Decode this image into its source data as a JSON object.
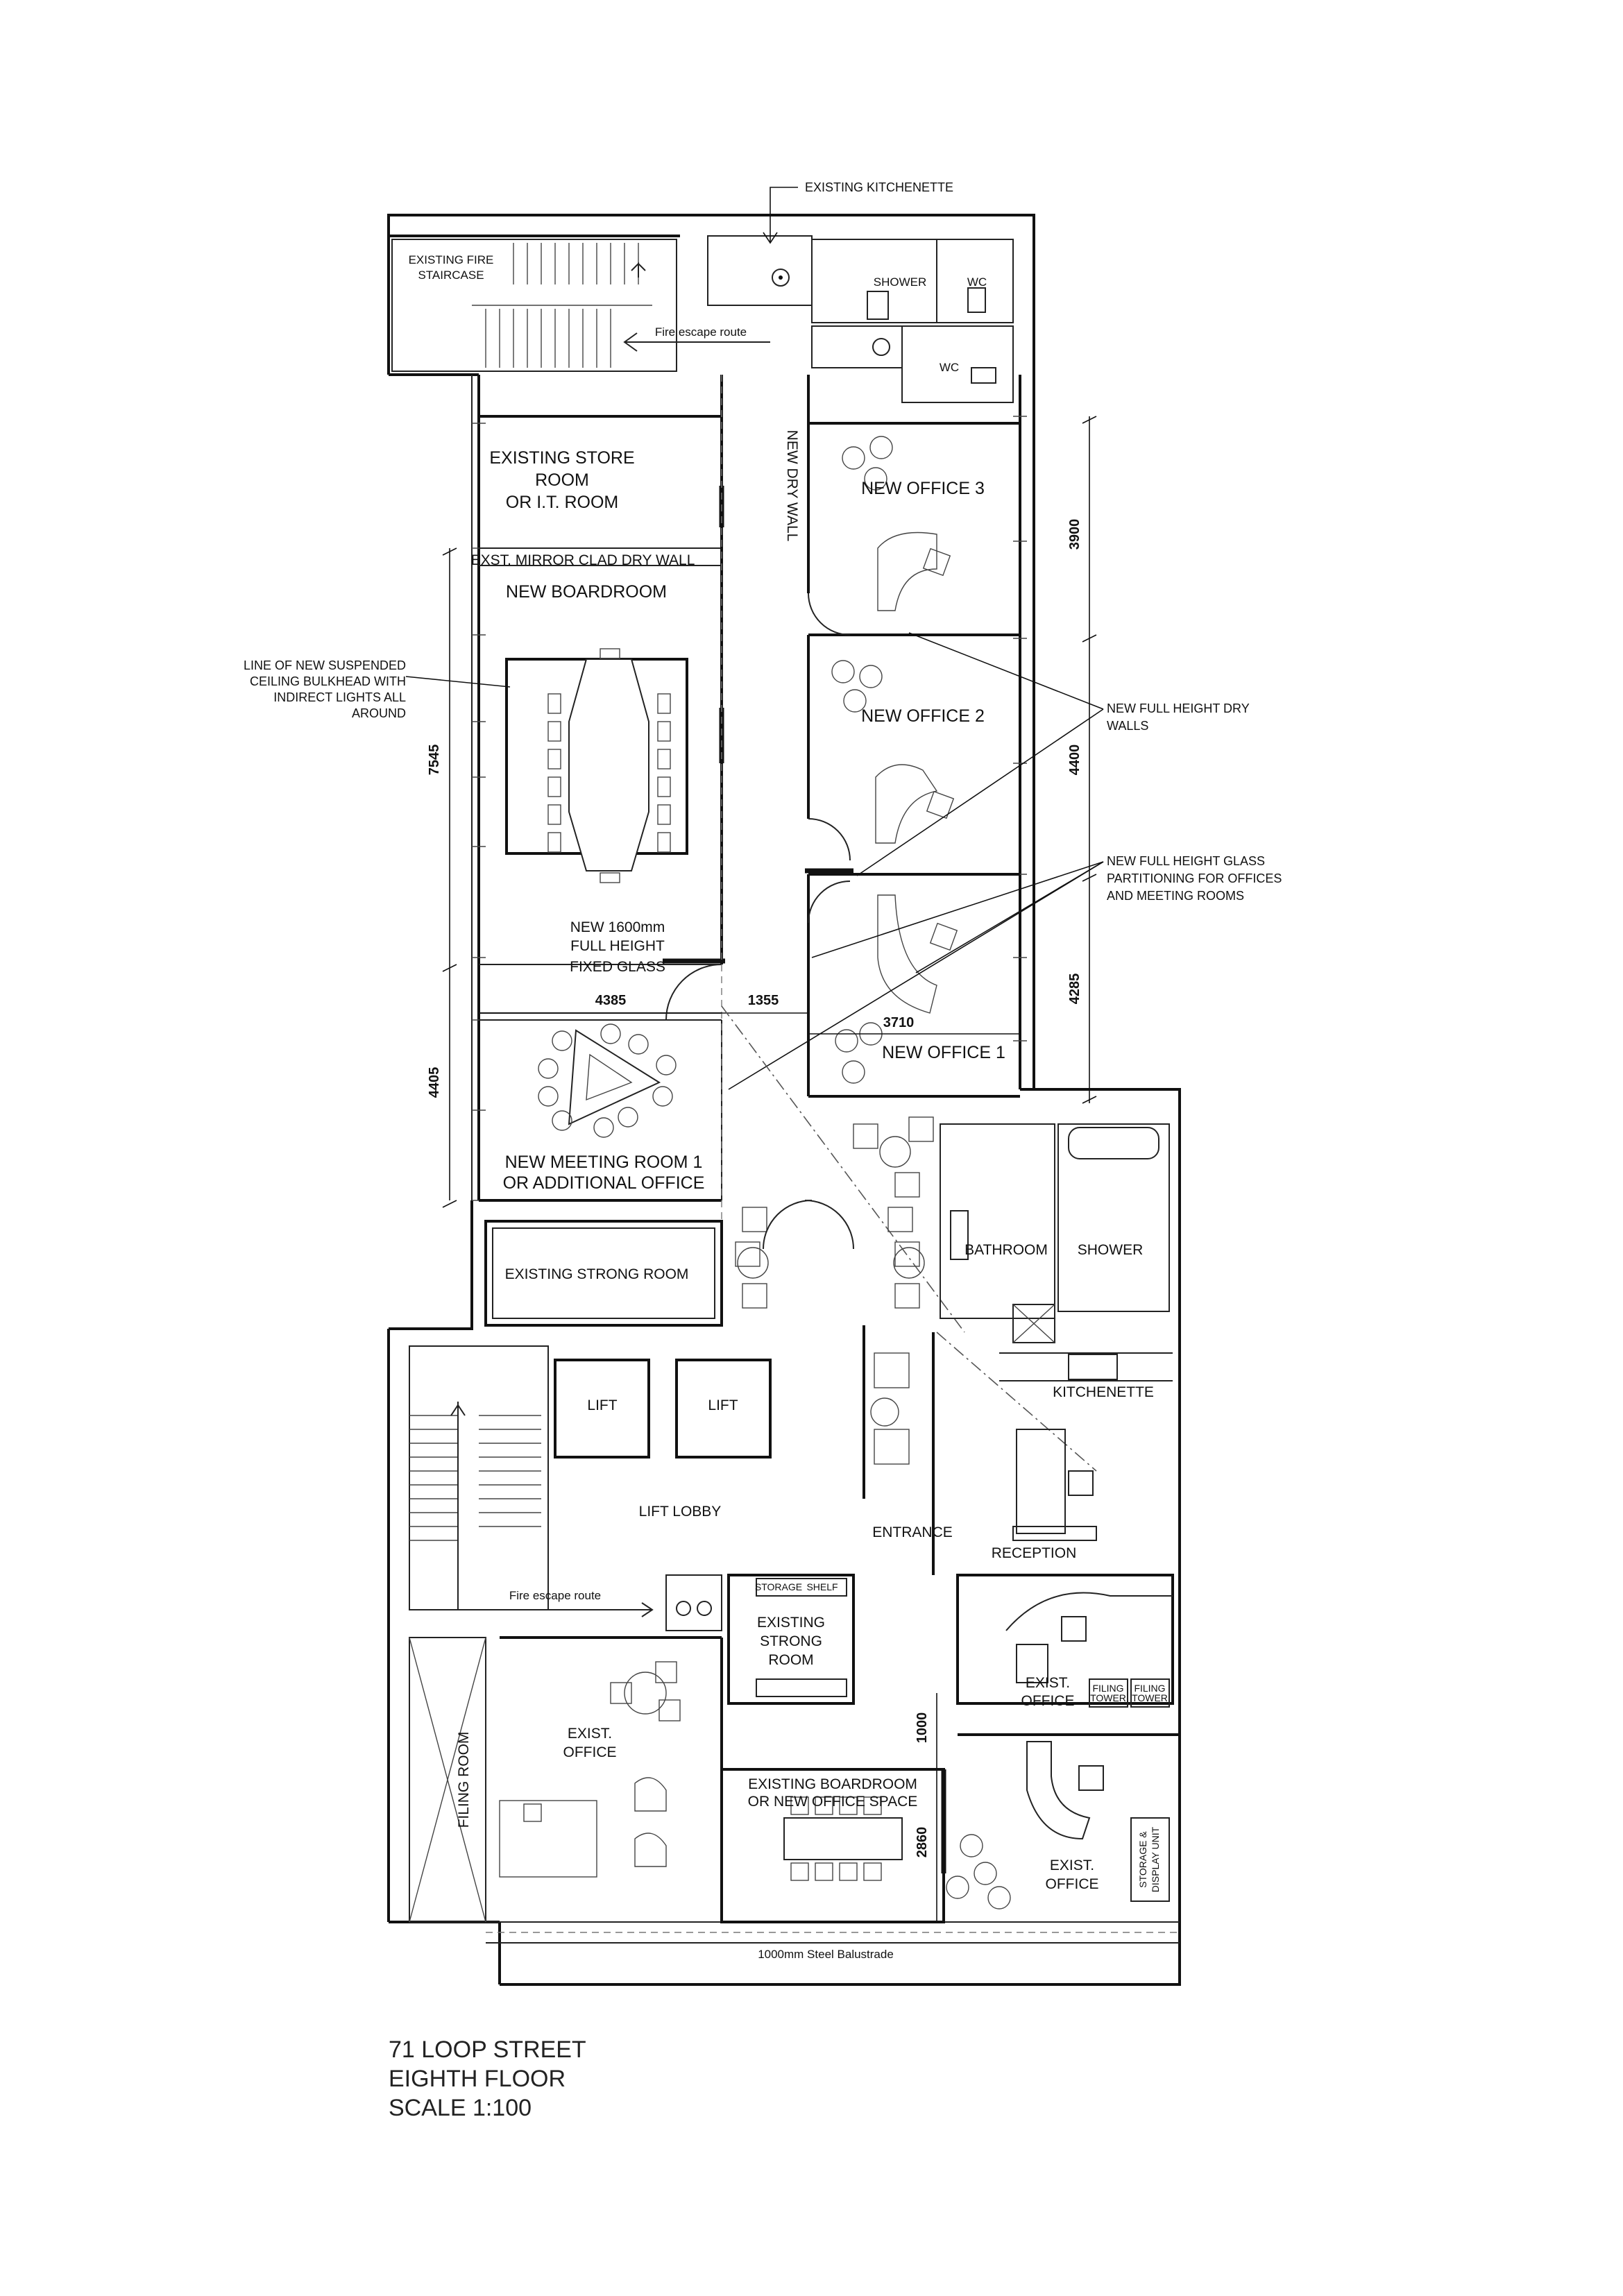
{
  "title_block": {
    "line1": "71 LOOP STREET",
    "line2": "EIGHTH FLOOR",
    "line3": "SCALE 1:100"
  },
  "rooms": {
    "fire_staircase": "EXISTING FIRE",
    "fire_staircase_2": "STAIRCASE",
    "shower_top": "SHOWER",
    "wc_1": "WC",
    "wc_2": "WC",
    "store_room_1": "EXISTING STORE",
    "store_room_2": "ROOM",
    "store_room_3": "OR I.T. ROOM",
    "mirror_wall": "EXST. MIRROR CLAD DRY WALL",
    "boardroom": "NEW BOARDROOM",
    "office_3": "NEW OFFICE 3",
    "office_2": "NEW OFFICE 2",
    "office_1": "NEW OFFICE 1",
    "glass_1": "NEW 1600mm",
    "glass_2": "FULL HEIGHT",
    "glass_3": "FIXED GLASS",
    "meeting_1": "NEW MEETING ROOM 1",
    "meeting_2": "OR ADDITIONAL OFFICE",
    "strong_room_top": "EXISTING STRONG ROOM",
    "bathroom": "BATHROOM",
    "shower_right": "SHOWER",
    "lift_1": "LIFT",
    "lift_2": "LIFT",
    "kitchenette": "KITCHENETTE",
    "lift_lobby": "LIFT LOBBY",
    "entrance": "ENTRANCE",
    "reception": "RECEPTION",
    "strong_room_mid_1": "EXISTING",
    "strong_room_mid_2": "STRONG",
    "strong_room_mid_3": "ROOM",
    "storage_shelf_1": "STORAGE",
    "storage_shelf_2": "SHELF",
    "exist_office_right_1": "EXIST.",
    "exist_office_right_2": "OFFICE",
    "filing_tower": "FILING",
    "filing_tower_2": "TOWER",
    "exist_office_left_1": "EXIST.",
    "exist_office_left_2": "OFFICE",
    "filing_room": "FILING ROOM",
    "boardroom_exist_1": "EXISTING BOARDROOM",
    "boardroom_exist_2": "OR NEW OFFICE SPACE",
    "exist_office_br_1": "EXIST.",
    "exist_office_br_2": "OFFICE",
    "display_unit_1": "STORAGE &",
    "display_unit_2": "DISPLAY UNIT",
    "balustrade": "1000mm Steel Balustrade",
    "fire_route_1": "Fire escape route",
    "fire_route_2": "Fire escape route",
    "dry_wall_vertical": "NEW DRY WALL"
  },
  "annotations": {
    "kitchenette_top": "EXISTING KITCHENETTE",
    "bulkhead_1": "LINE OF NEW SUSPENDED",
    "bulkhead_2": "CEILING BULKHEAD WITH",
    "bulkhead_3": "INDIRECT LIGHTS ALL",
    "bulkhead_4": "AROUND",
    "drywall_1": "NEW FULL HEIGHT DRY",
    "drywall_2": "WALLS",
    "glasspart_1": "NEW FULL HEIGHT GLASS",
    "glasspart_2": "PARTITIONING FOR OFFICES",
    "glasspart_3": "AND MEETING ROOMS"
  },
  "dimensions": {
    "d3900": "3900",
    "d4400": "4400",
    "d4285": "4285",
    "d7545": "7545",
    "d4405": "4405",
    "d4385": "4385",
    "d1355": "1355",
    "d3710": "3710",
    "d1000": "1000",
    "d2860": "2860"
  }
}
